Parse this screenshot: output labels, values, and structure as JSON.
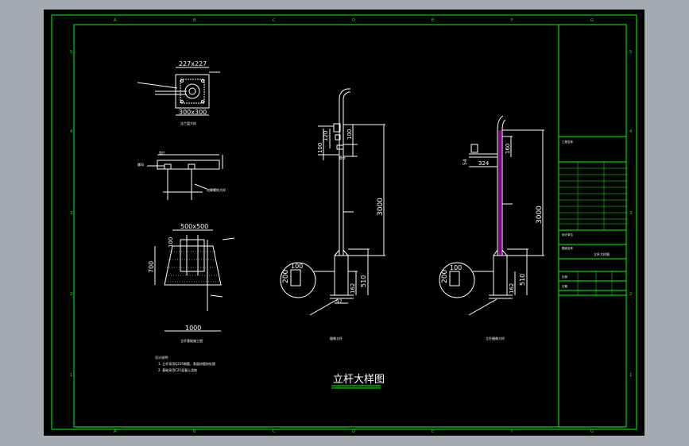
{
  "title": "立杆大样图",
  "colors": {
    "background": "#000000",
    "frame": "#00ff00",
    "lines": "#ffffff",
    "accent": "#ff00ff",
    "surround": "#a5a9b0"
  },
  "grid_top": [
    "A",
    "B",
    "C",
    "D",
    "E",
    "F",
    "G"
  ],
  "grid_side": [
    "5",
    "4",
    "3",
    "2",
    "1"
  ],
  "plan": {
    "top_dim": "227x227",
    "bottom_dim": "300x300",
    "caption": "法兰盘大样"
  },
  "anchor": {
    "label1": "螺母",
    "label2": "垫片",
    "caption": "地脚螺栓大样"
  },
  "foundation": {
    "top_dim": "500x500",
    "top_h": "100",
    "height": "700",
    "base": "1000",
    "caption": "立杆基础施工图"
  },
  "pole1": {
    "h1": "120",
    "h2": "100",
    "h3": "86",
    "height": "3000",
    "d1": "200",
    "d2": "100",
    "base_h": "162",
    "base_h2": "510",
    "base_w": "97",
    "caption": "摄像立杆"
  },
  "pole2": {
    "arm": "324",
    "arm_h": "54",
    "h1": "160",
    "height": "3000",
    "d1": "200",
    "d2": "100",
    "base_h": "162",
    "base_h2": "510",
    "caption": "立杆摄像大样"
  },
  "notes": {
    "heading": "设计说明：",
    "line1": "1. 立杆采用Q235钢管，表面热镀锌处理",
    "line2": "2. 基础采用C25混凝土浇筑"
  },
  "title_block": {
    "row1": "工程名称",
    "row2": "设计单位",
    "row3": "图纸名称",
    "row4": "立杆大样图",
    "row5": "比例",
    "row6": "日期"
  }
}
